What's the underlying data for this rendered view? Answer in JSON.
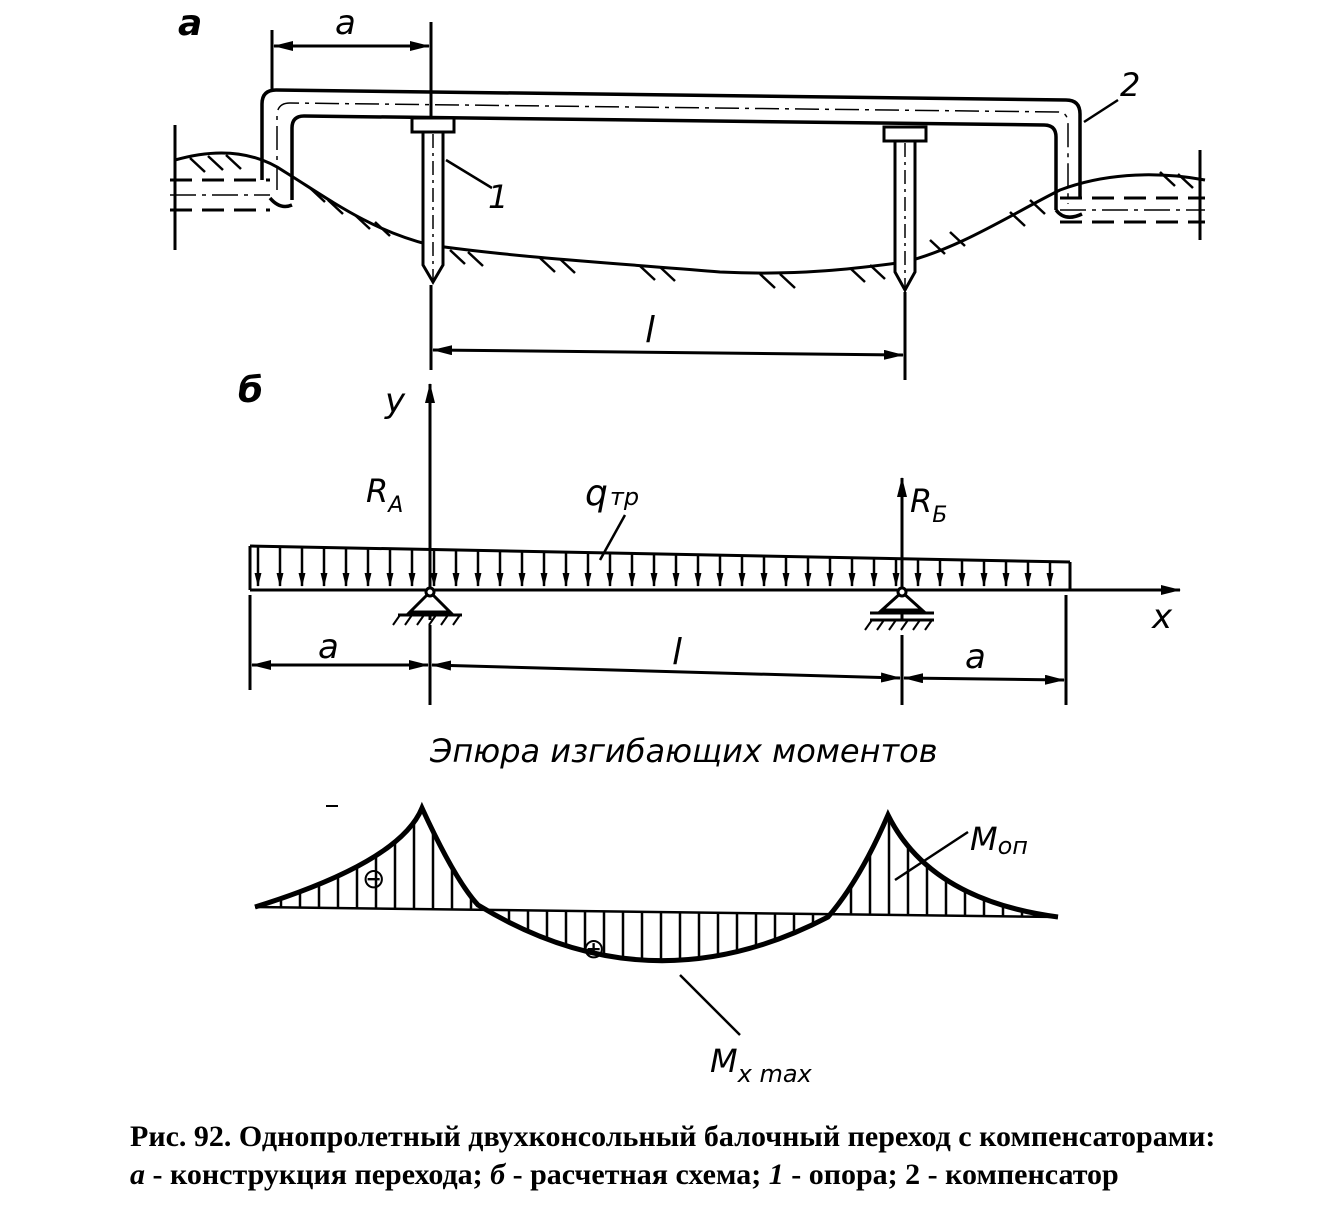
{
  "part_a": {
    "panel_label": "а",
    "dim_top": "a",
    "label_support": "1",
    "label_compensator": "2",
    "dim_span": "l"
  },
  "part_b": {
    "panel_label": "б",
    "axis_y": "y",
    "axis_x": "x",
    "reaction_a": {
      "base": "R",
      "sub": "A"
    },
    "reaction_b": {
      "base": "R",
      "sub": "Б"
    },
    "load": {
      "base": "q",
      "sub": "тр"
    },
    "dim_left": "a",
    "dim_mid": "l",
    "dim_right": "a"
  },
  "moment_diagram": {
    "title": "Эпюра изгибающих моментов",
    "sign_negative": "⊖",
    "sign_positive": "⊕",
    "label_support_moment": {
      "base": "M",
      "sub": "оп"
    },
    "label_max_moment": {
      "base": "M",
      "sub": "x max"
    }
  },
  "caption": {
    "line1": "Рис. 92. Однопролетный двухконсольный балочный переход с компенсаторами:",
    "key_a": "а",
    "text_a": " - конструкция перехода; ",
    "key_b": "б",
    "text_b": " - расчетная схема; ",
    "key_1": "1",
    "text_1": " - опора; 2 - компенсатор"
  }
}
